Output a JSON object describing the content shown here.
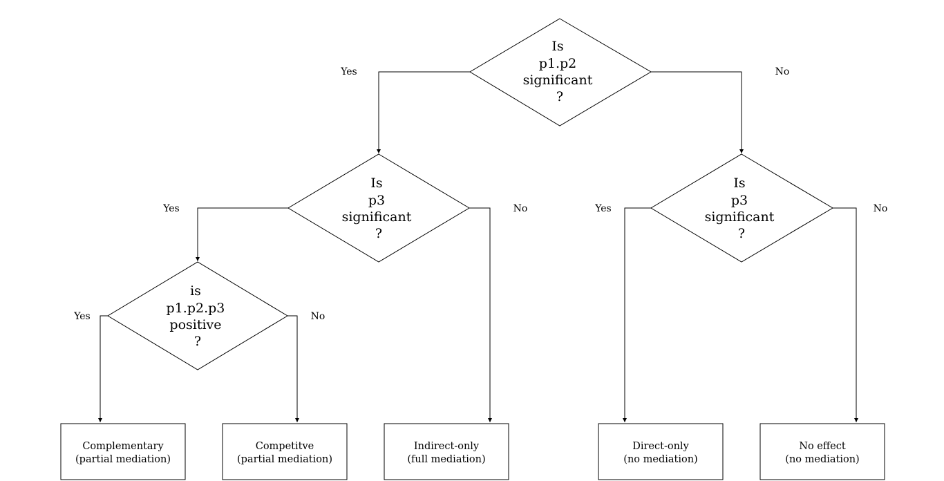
{
  "decisions": {
    "d1": {
      "lines": [
        "Is",
        "p1.p2",
        "significant",
        "?"
      ]
    },
    "d2": {
      "lines": [
        "Is",
        "p3",
        "significant",
        "?"
      ]
    },
    "d3": {
      "lines": [
        "Is",
        "p3",
        "significant",
        "?"
      ]
    },
    "d4": {
      "lines": [
        "is",
        "p1.p2.p3",
        "positive",
        "?"
      ]
    }
  },
  "branches": {
    "d1_yes": "Yes",
    "d1_no": "No",
    "d2_yes": "Yes",
    "d2_no": "No",
    "d3_yes": "Yes",
    "d3_no": "No",
    "d4_yes": "Yes",
    "d4_no": "No"
  },
  "outcomes": [
    {
      "title": "Complementary",
      "detail": "(partial mediation)"
    },
    {
      "title": "Competitve",
      "detail": "(partial mediation)"
    },
    {
      "title": "Indirect-only",
      "detail": "(full mediation)"
    },
    {
      "title": "Direct-only",
      "detail": "(no mediation)"
    },
    {
      "title": "No effect",
      "detail": "(no mediation)"
    }
  ]
}
